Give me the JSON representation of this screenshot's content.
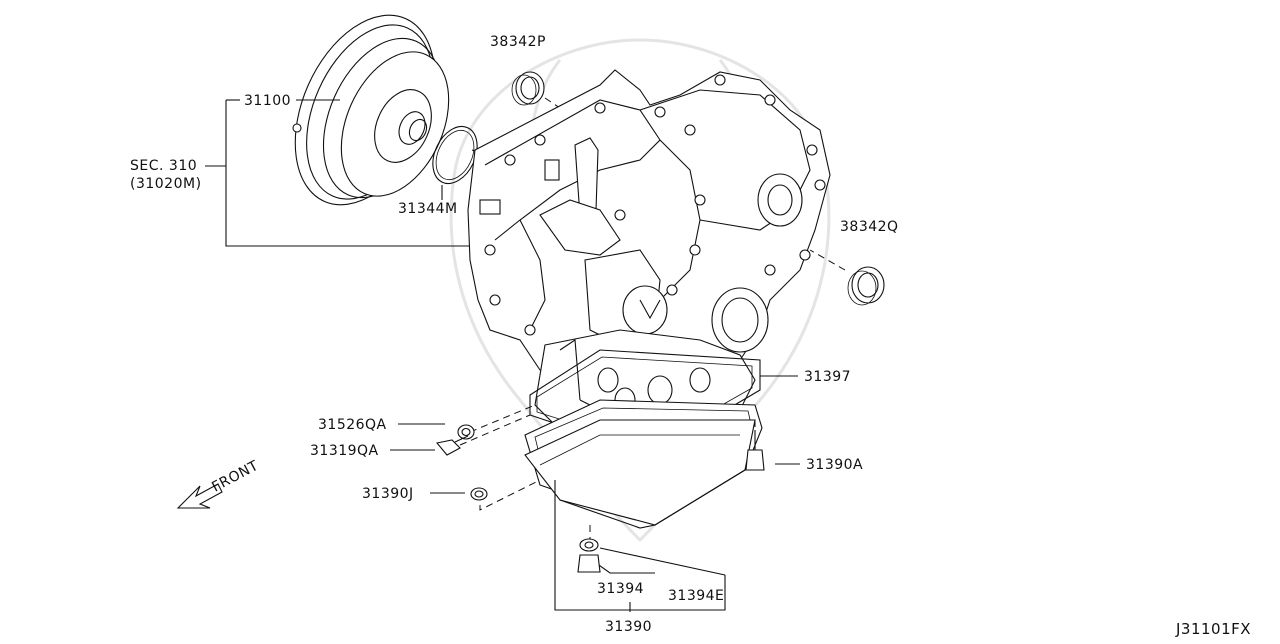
{
  "diagram_id": "J31101FX",
  "callouts": {
    "p38342P": "38342P",
    "p31100": "31100",
    "sec310": "SEC. 310",
    "sec310_sub": "(31020M)",
    "p31344M": "31344M",
    "p38342Q": "38342Q",
    "p31397": "31397",
    "p31526QA": "31526QA",
    "p31319QA": "31319QA",
    "p31390A": "31390A",
    "p31390J": "31390J",
    "p31394": "31394",
    "p31394E": "31394E",
    "p31390": "31390"
  },
  "front_label": "FRONT"
}
